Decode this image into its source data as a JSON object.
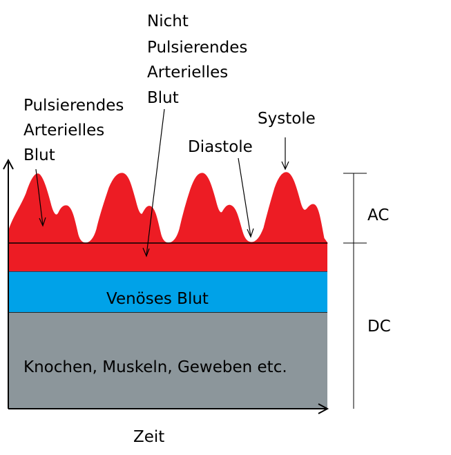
{
  "labels": {
    "pulsating": [
      "Pulsierendes",
      "Arterielles",
      "Blut"
    ],
    "non_pulsating": [
      "Nicht",
      "Pulsierendes",
      "Arterielles",
      "Blut"
    ],
    "diastole": "Diastole",
    "systole": "Systole",
    "ac": "AC",
    "dc": "DC",
    "venous": "Venöses Blut",
    "tissue": "Knochen, Muskeln, Geweben etc.",
    "time": "Zeit"
  },
  "colors": {
    "arterial": "#ed1c24",
    "venous": "#00a2e8",
    "tissue": "#8c969b",
    "line": "#000000"
  }
}
